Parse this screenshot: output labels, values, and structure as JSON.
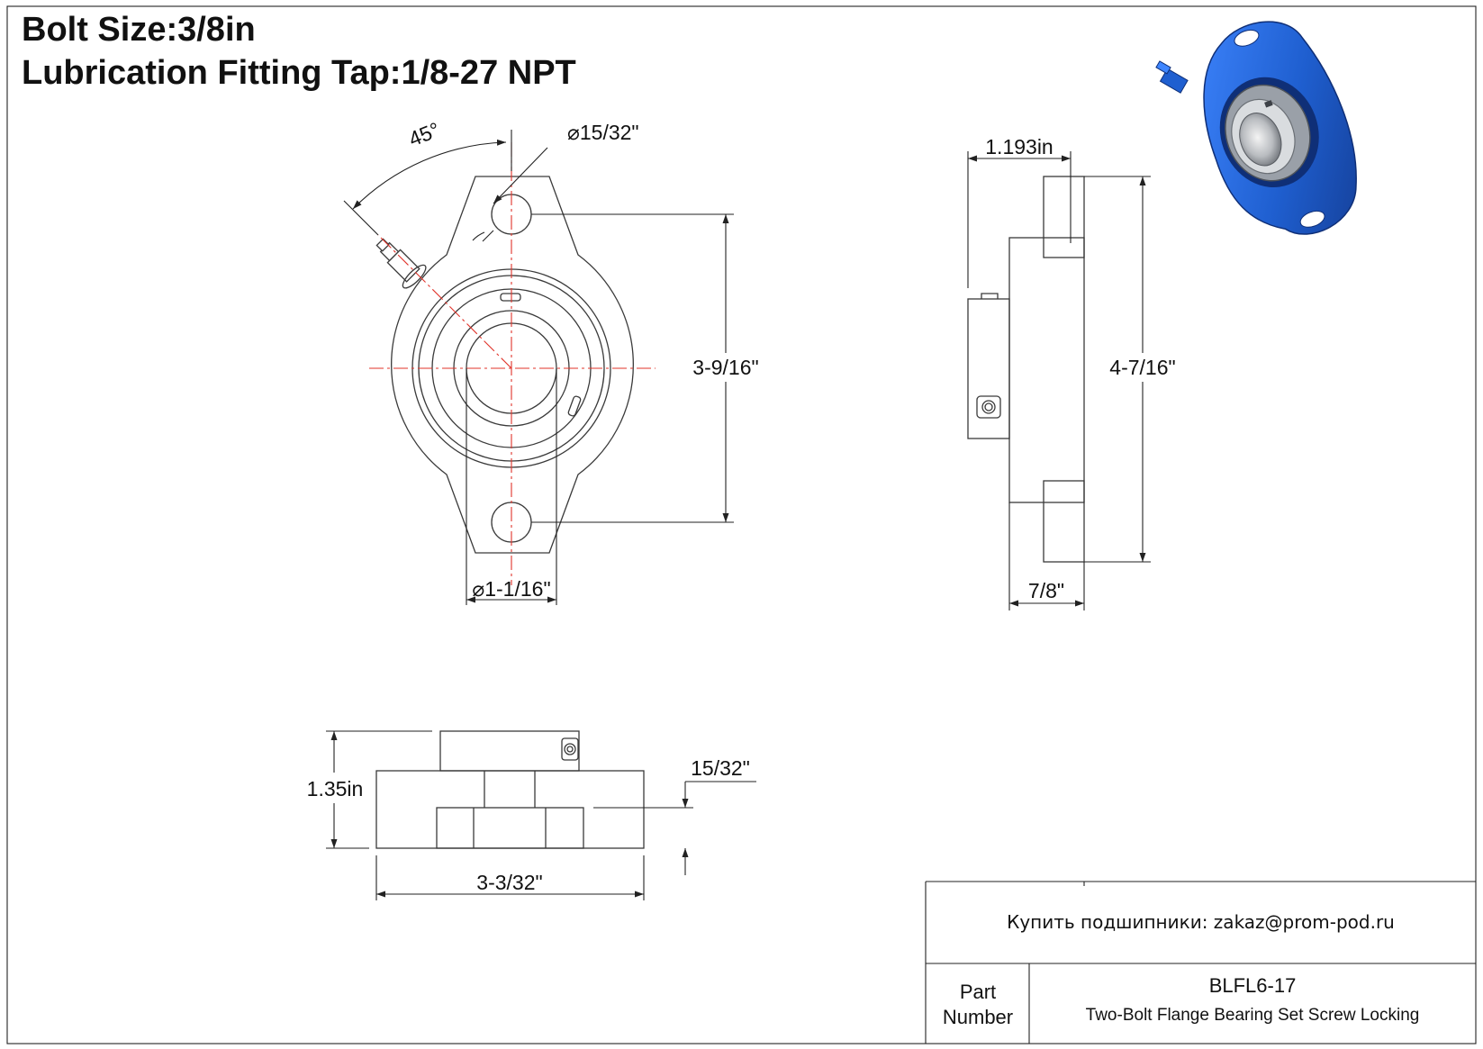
{
  "title": {
    "bolt_size": "Bolt Size:3/8in",
    "lubrication": "Lubrication Fitting Tap:1/8-27 NPT"
  },
  "front_view": {
    "angle": "45°",
    "bolt_hole_dia": "15/32\"",
    "bore_dia": "1-1/16\"",
    "bolt_spacing": "3-9/16\""
  },
  "side_view": {
    "width_label": "1.193in",
    "height_label": "4-7/16\"",
    "flange_label": "7/8\""
  },
  "bottom_view": {
    "height_label": "1.35in",
    "thickness_label": "15/32\"",
    "width_label": "3-3/32\""
  },
  "title_block": {
    "contact": "Купить подшипники: zakaz@prom-pod.ru",
    "part_label_line1": "Part",
    "part_label_line2": "Number",
    "part_number": "BLFL6-17",
    "description": "Two-Bolt Flange Bearing Set Screw Locking"
  },
  "colors": {
    "centerline": "#e0332a",
    "bearing_housing": "#1f5fd0"
  }
}
